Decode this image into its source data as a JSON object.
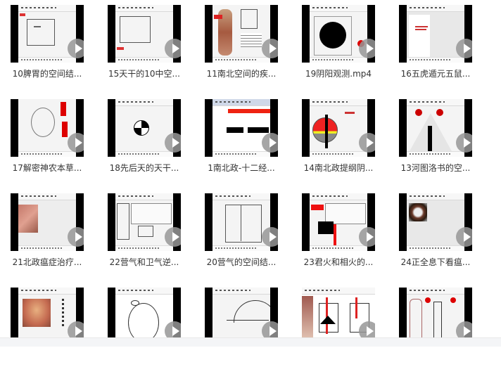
{
  "files": [
    {
      "title": "10脾胃的空间结...",
      "type": "video",
      "thumb": "diagram-square"
    },
    {
      "title": "15天干的10中空...",
      "type": "video",
      "thumb": "diagram-box"
    },
    {
      "title": "11南北空间的疾...",
      "type": "video",
      "thumb": "anatomy"
    },
    {
      "title": "19阴阳观测.mp4",
      "type": "video",
      "thumb": "black-circle"
    },
    {
      "title": "16五虎遁元五鼠...",
      "type": "video",
      "thumb": "blank-note"
    },
    {
      "title": "17解密神农本草...",
      "type": "video",
      "thumb": "circle-chart"
    },
    {
      "title": "18先后天的天干...",
      "type": "video",
      "thumb": "yinyang-small"
    },
    {
      "title": "1南北政-十二经...",
      "type": "video",
      "thumb": "bars"
    },
    {
      "title": "14南北政提纲阴...",
      "type": "video",
      "thumb": "red-sphere"
    },
    {
      "title": "13河图洛书的空...",
      "type": "video",
      "thumb": "triangle"
    },
    {
      "title": "21北政瘟症治疗...",
      "type": "video",
      "thumb": "tongue-photo"
    },
    {
      "title": "22营气和卫气逆...",
      "type": "video",
      "thumb": "dialog-diagram"
    },
    {
      "title": "20营气的空间结...",
      "type": "video",
      "thumb": "table-diagram"
    },
    {
      "title": "23君火和相火的...",
      "type": "video",
      "thumb": "red-black-blocks"
    },
    {
      "title": "24正全息下看瘟...",
      "type": "video",
      "thumb": "mouth-photo"
    },
    {
      "title": "",
      "type": "video",
      "thumb": "tongue-photo-2"
    },
    {
      "title": "",
      "type": "video",
      "thumb": "circle-lines"
    },
    {
      "title": "",
      "type": "video",
      "thumb": "semicircle"
    },
    {
      "title": "",
      "type": "video",
      "thumb": "cubes"
    },
    {
      "title": "",
      "type": "video",
      "thumb": "foot-diagram"
    }
  ],
  "icons": {
    "play": "play-circle-icon"
  }
}
